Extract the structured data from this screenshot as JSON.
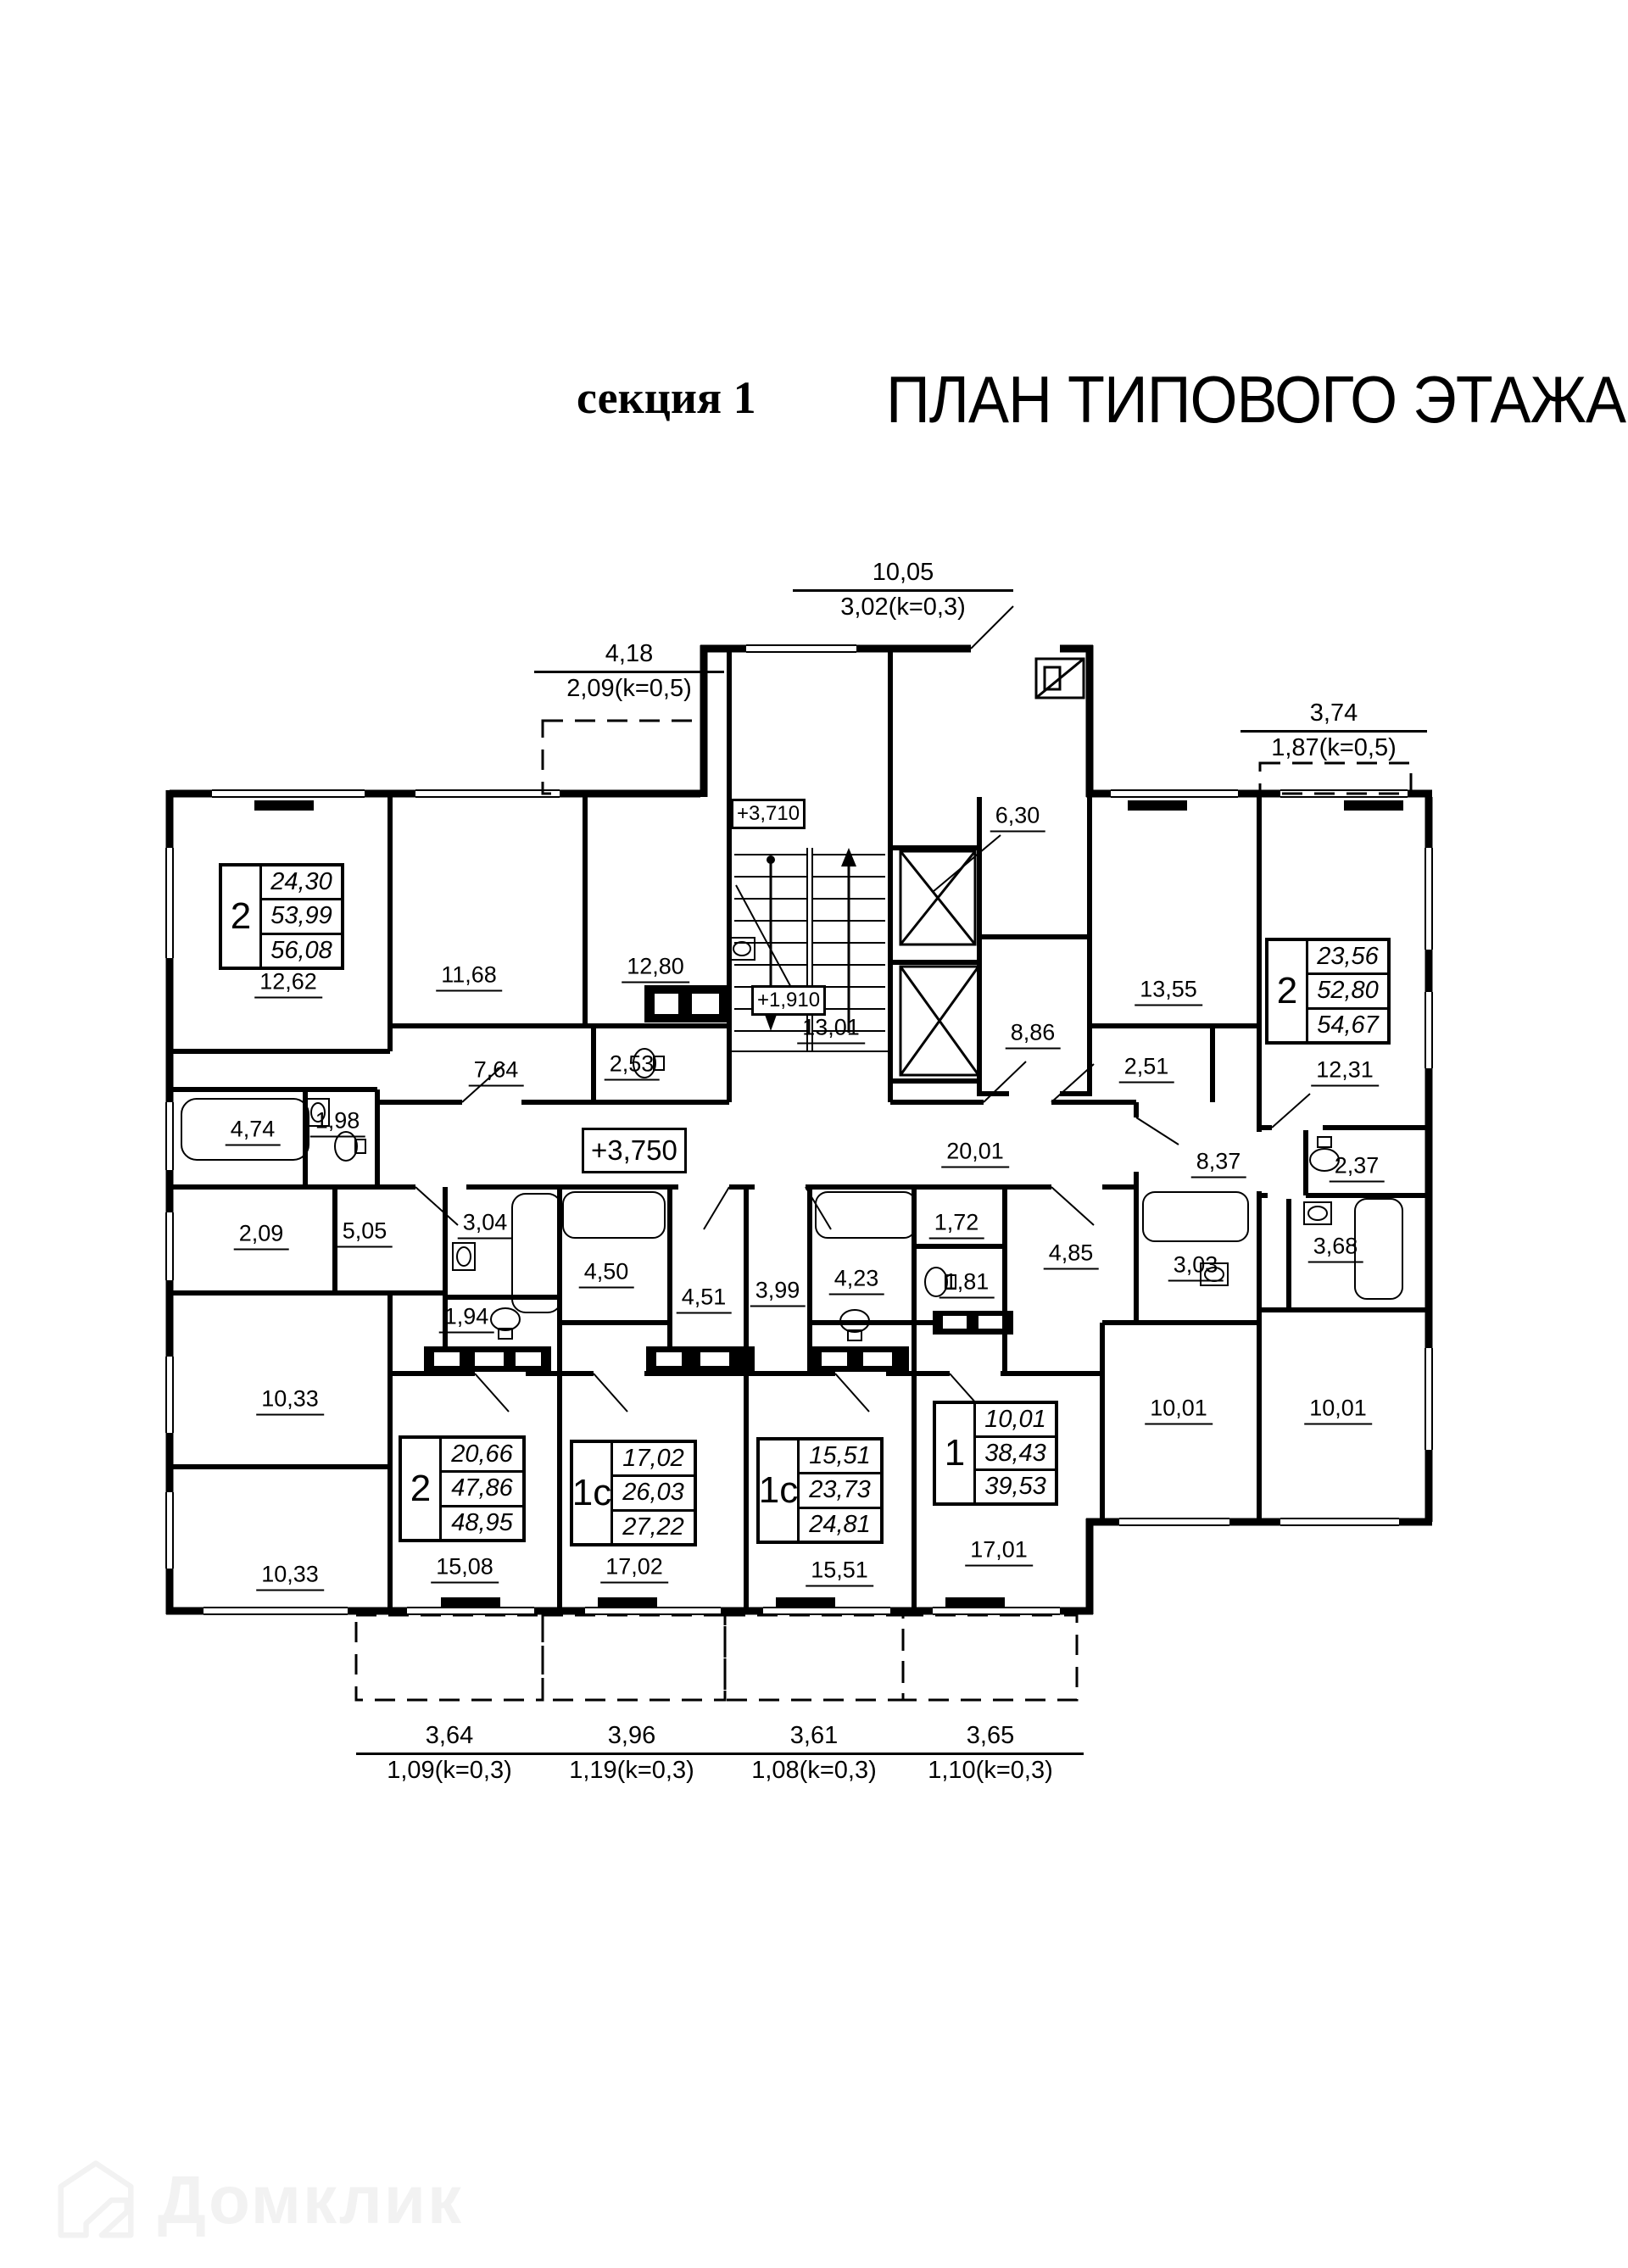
{
  "title": {
    "section": "секция 1",
    "plan": "ПЛАН ТИПОВОГО ЭТАЖА"
  },
  "levels": {
    "stair_upper": "+3,710",
    "stair_lower": "+1,910",
    "corridor": "+3,750"
  },
  "dims": {
    "top": {
      "len": "10,05",
      "coef": "3,02(k=0,3)"
    },
    "top_left": {
      "len": "4,18",
      "coef": "2,09(k=0,5)"
    },
    "top_right": {
      "len": "3,74",
      "coef": "1,87(k=0,5)"
    },
    "bottom_1": {
      "len": "3,64",
      "coef": "1,09(k=0,3)"
    },
    "bottom_2": {
      "len": "3,96",
      "coef": "1,19(k=0,3)"
    },
    "bottom_3": {
      "len": "3,61",
      "coef": "1,08(k=0,3)"
    },
    "bottom_4": {
      "len": "3,65",
      "coef": "1,10(k=0,3)"
    }
  },
  "apartments": {
    "top_left": {
      "type": "2",
      "living": "24,30",
      "area": "53,99",
      "total": "56,08"
    },
    "top_right": {
      "type": "2",
      "living": "23,56",
      "area": "52,80",
      "total": "54,67"
    },
    "bottom_1": {
      "type": "2",
      "living": "20,66",
      "area": "47,86",
      "total": "48,95"
    },
    "bottom_2": {
      "type": "1с",
      "living": "17,02",
      "area": "26,03",
      "total": "27,22"
    },
    "bottom_3": {
      "type": "1с",
      "living": "15,51",
      "area": "23,73",
      "total": "24,81"
    },
    "bottom_4": {
      "type": "1",
      "living": "10,01",
      "area": "38,43",
      "total": "39,53"
    }
  },
  "rooms": {
    "r12_62": "12,62",
    "r11_68": "11,68",
    "r12_80": "12,80",
    "r13_01": "13,01",
    "r6_30": "6,30",
    "r8_86": "8,86",
    "r13_55": "13,55",
    "r2_51": "2,51",
    "r12_31": "12,31",
    "r7_64": "7,64",
    "r2_53": "2,53",
    "r4_74": "4,74",
    "r1_98": "1,98",
    "r2_09": "2,09",
    "r5_05": "5,05",
    "r3_04": "3,04",
    "r1_94": "1,94",
    "r4_50": "4,50",
    "r4_51": "4,51",
    "r3_99": "3,99",
    "r4_23": "4,23",
    "r1_72": "1,72",
    "r1_81": "1,81",
    "r4_85": "4,85",
    "r3_03": "3,03",
    "r2_37": "2,37",
    "r3_68": "3,68",
    "r8_37": "8,37",
    "r20_01": "20,01",
    "r10_33a": "10,33",
    "r10_33b": "10,33",
    "r10_01a": "10,01",
    "r10_01b": "10,01",
    "r15_08": "15,08",
    "r17_02": "17,02",
    "r15_51": "15,51",
    "r17_01": "17,01"
  },
  "watermark": {
    "brand": "Домклик"
  }
}
